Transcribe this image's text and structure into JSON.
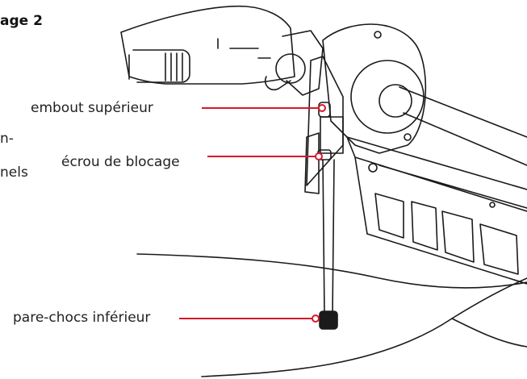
{
  "heading": "age 2",
  "fragments": {
    "line1": "n-",
    "line2": "nels"
  },
  "callouts": {
    "top_end": "embout supérieur",
    "lock_nut": "écrou de blocage",
    "lower_bumper": "pare-chocs inférieur"
  },
  "colors": {
    "callout_line": "#d7182a",
    "ink": "#1a1a1a"
  }
}
